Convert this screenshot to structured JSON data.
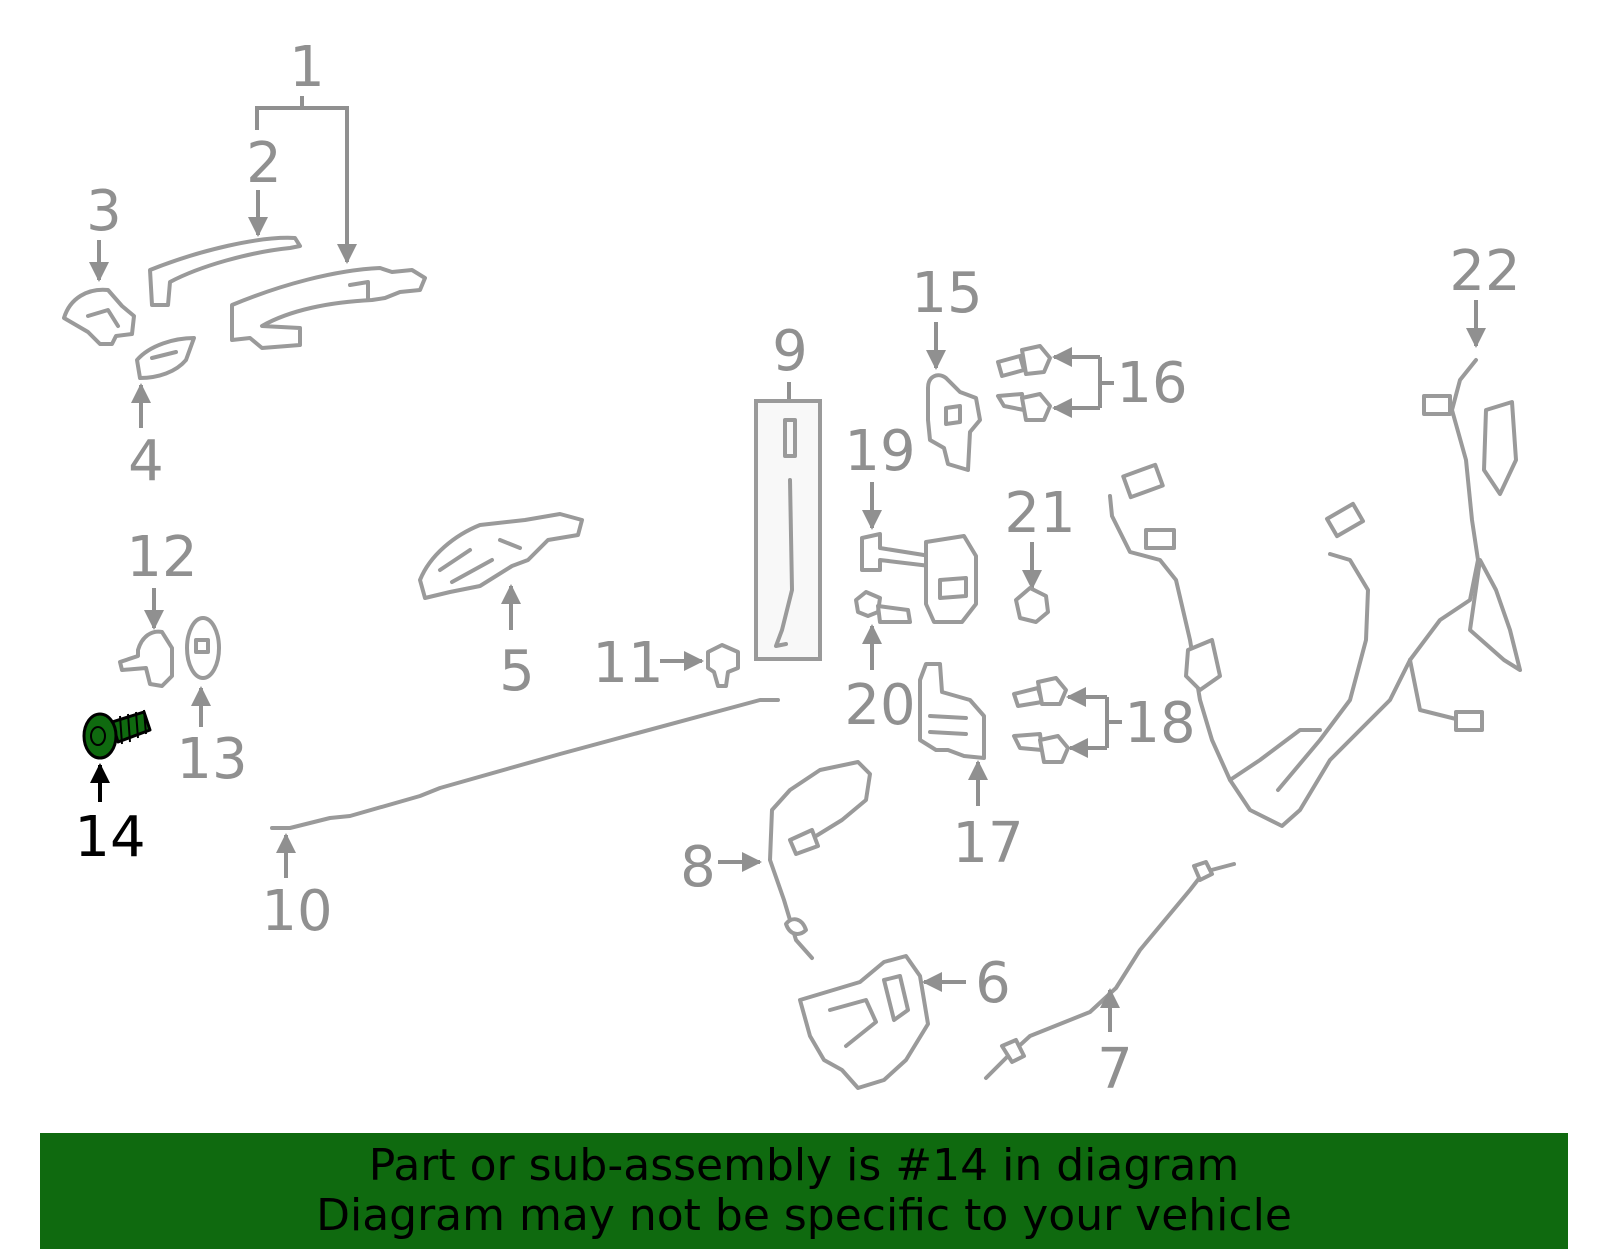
{
  "callouts": {
    "c1": "1",
    "c2": "2",
    "c3": "3",
    "c4": "4",
    "c5": "5",
    "c6": "6",
    "c7": "7",
    "c8": "8",
    "c9": "9",
    "c10": "10",
    "c11": "11",
    "c12": "12",
    "c13": "13",
    "c14": "14",
    "c15": "15",
    "c16": "16",
    "c17": "17",
    "c18": "18",
    "c19": "19",
    "c20": "20",
    "c21": "21",
    "c22": "22"
  },
  "highlighted_part": "14",
  "colors": {
    "highlight": "#0f6a0f",
    "part_stroke": "#9a9a9a",
    "label": "#909090"
  },
  "banner": {
    "line1": "Part or sub-assembly is #14 in diagram",
    "line2": "Diagram may not be specific to your vehicle"
  }
}
